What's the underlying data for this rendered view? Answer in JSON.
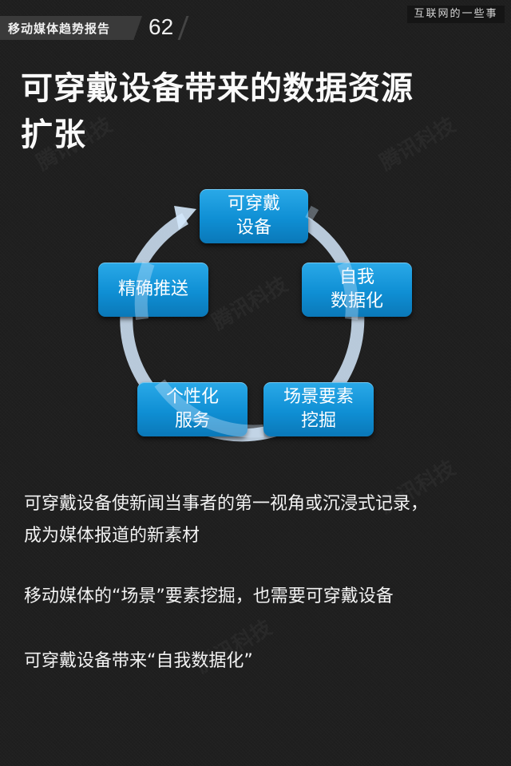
{
  "header": {
    "section_label": "移动媒体趋势报告",
    "page_number": "62",
    "brand": "互联网的一些事"
  },
  "title": {
    "line1": "可穿戴设备带来的数据资源",
    "line2": "扩张"
  },
  "watermark": "腾讯科技",
  "diagram": {
    "type": "cycle",
    "node_color": "#1a9ce0",
    "arrow_color": "#cfe6fb",
    "nodes": [
      {
        "line1": "可穿戴",
        "line2": "设备"
      },
      {
        "line1": "自我",
        "line2": "数据化"
      },
      {
        "line1": "场景要素",
        "line2": "挖掘"
      },
      {
        "line1": "个性化",
        "line2": "服务"
      },
      {
        "line1": "精确推送",
        "line2": ""
      }
    ]
  },
  "body": {
    "paragraph1_line1": "可穿戴设备使新闻当事者的第一视角或沉浸式记录，",
    "paragraph1_line2": "成为媒体报道的新素材",
    "paragraph2": "移动媒体的“场景”要素挖掘，也需要可穿戴设备",
    "paragraph3": "可穿戴设备带来“自我数据化”"
  }
}
